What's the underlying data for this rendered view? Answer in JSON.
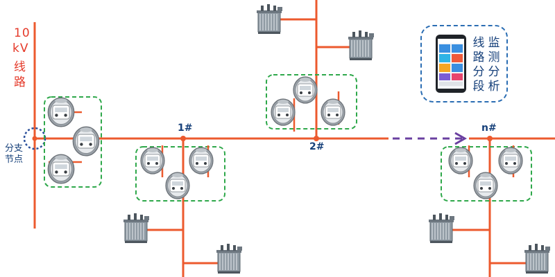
{
  "title": {
    "voltage_number": "10",
    "voltage_unit": "kV",
    "line_chars": [
      "线",
      "路"
    ]
  },
  "branch_node": {
    "line1": "分支",
    "line2": "节点"
  },
  "nodes": {
    "node1": "1#",
    "node2": "2#",
    "noden": "n#"
  },
  "app_panel": {
    "column1": [
      "线",
      "路",
      "分",
      "段"
    ],
    "column2": [
      "监",
      "测",
      "分",
      "析"
    ]
  },
  "colors": {
    "line": "#ec5a2e",
    "group_border": "#2ea84a",
    "dashed_arrow": "#6a3fa0",
    "node_dot": "#ec5a2e",
    "branch_ring": "#2a4f9b",
    "label": "#16407a",
    "title": "#e53a2a"
  },
  "icons": {
    "sensor": "fault-indicator-sensor-icon",
    "transformer": "distribution-transformer-icon",
    "phone": "smartphone-app-icon"
  }
}
